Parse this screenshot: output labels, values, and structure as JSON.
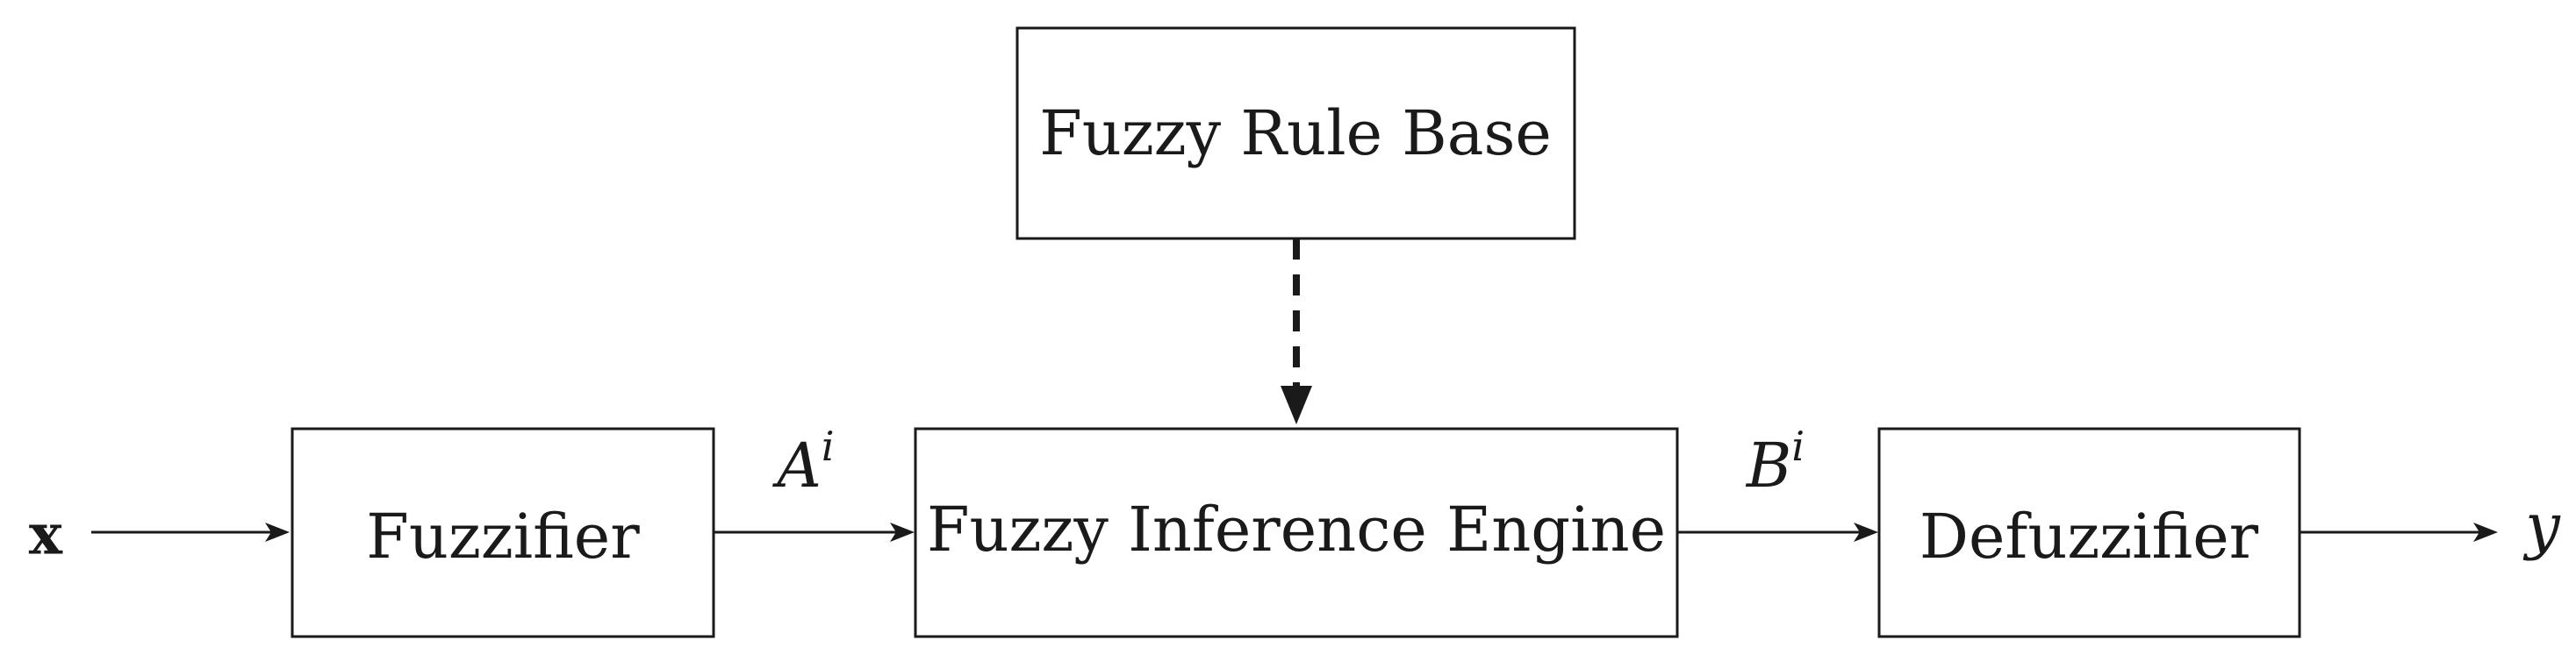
{
  "nodes": {
    "rule_base": "Fuzzy Rule Base",
    "fuzzifier": "Fuzzifier",
    "inference_engine": "Fuzzy Inference Engine",
    "defuzzifier": "Defuzzifier"
  },
  "signals": {
    "input": "x",
    "output": "y",
    "fuzzy_input": {
      "base": "A",
      "sup": "i"
    },
    "fuzzy_output": {
      "base": "B",
      "sup": "i"
    }
  }
}
